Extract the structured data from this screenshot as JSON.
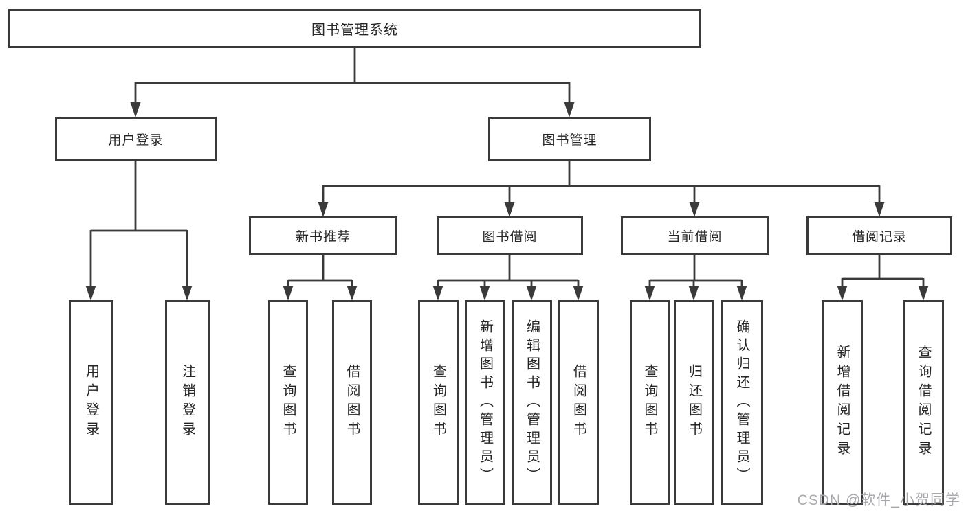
{
  "diagram_title": "图书管理系统",
  "tree": {
    "label": "图书管理系统",
    "children": [
      {
        "label": "用户登录",
        "children": [
          {
            "label": "用户登录"
          },
          {
            "label": "注销登录"
          }
        ]
      },
      {
        "label": "图书管理",
        "children": [
          {
            "label": "新书推荐",
            "children": [
              {
                "label": "查询图书"
              },
              {
                "label": "借阅图书"
              }
            ]
          },
          {
            "label": "图书借阅",
            "children": [
              {
                "label": "查询图书"
              },
              {
                "label": "新增图书（管理员）"
              },
              {
                "label": "编辑图书（管理员）"
              },
              {
                "label": "借阅图书"
              }
            ]
          },
          {
            "label": "当前借阅",
            "children": [
              {
                "label": "查询图书"
              },
              {
                "label": "归还图书"
              },
              {
                "label": "确认归还（管理员）"
              }
            ]
          },
          {
            "label": "借阅记录",
            "children": [
              {
                "label": "新增借阅记录"
              },
              {
                "label": "查询借阅记录"
              }
            ]
          }
        ]
      }
    ]
  },
  "watermark": {
    "text": "CSDN @软件_小贺同学"
  },
  "colors": {
    "line": "#3a3a3a",
    "box_border": "#3a3a3a",
    "box_fill": "#ffffff",
    "text": "#262626",
    "watermark": "#a9a9ad"
  }
}
